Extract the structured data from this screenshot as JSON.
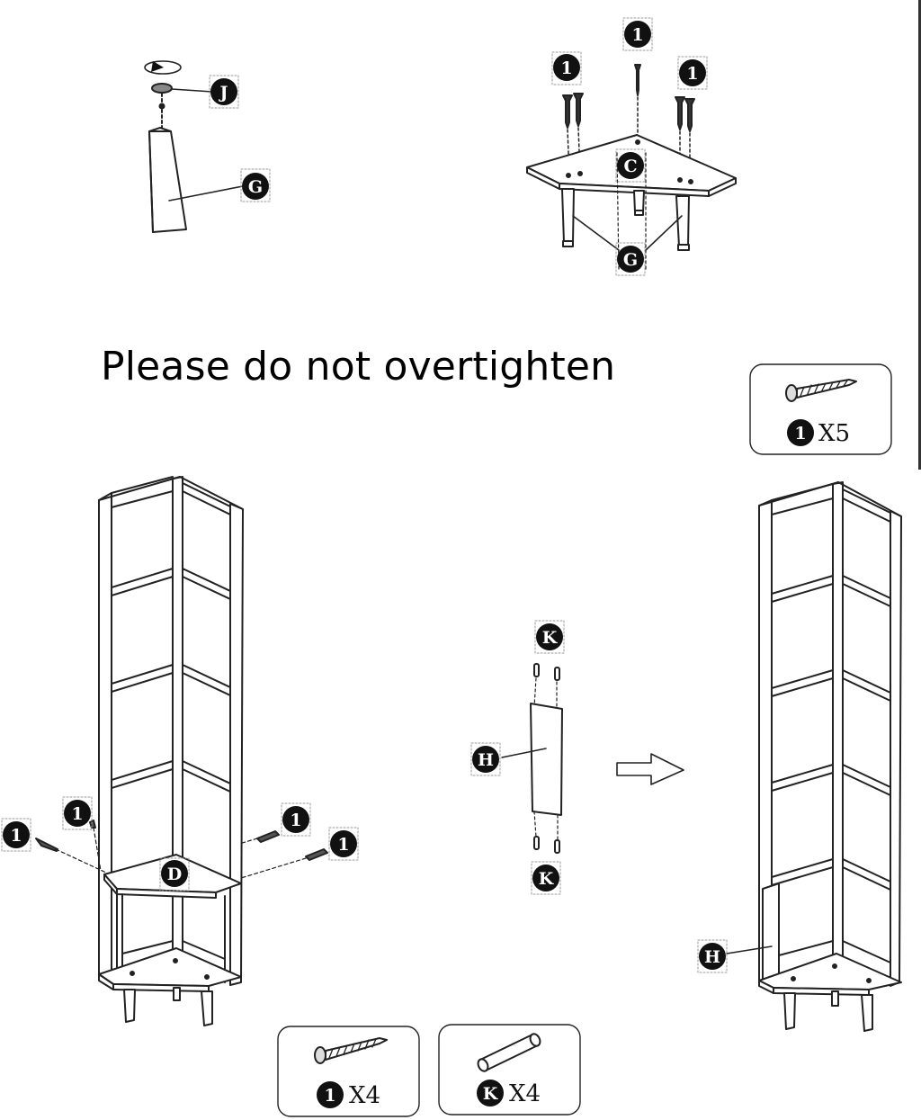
{
  "instruction": "Please do not overtighten",
  "labels": {
    "screw": "1",
    "foot_cap": "J",
    "leg": "G",
    "bottom_board": "C",
    "shelf": "D",
    "back_panel": "H",
    "dowel": "K"
  },
  "parts_boxes": {
    "screws_a": {
      "label": "1",
      "qty": "X5"
    },
    "screws_b": {
      "label": "1",
      "qty": "X4"
    },
    "dowels": {
      "label": "K",
      "qty": "X4"
    }
  },
  "icons": [
    "screw-icon",
    "dowel-icon",
    "arrow-right-icon",
    "rotate-arrow-icon"
  ]
}
